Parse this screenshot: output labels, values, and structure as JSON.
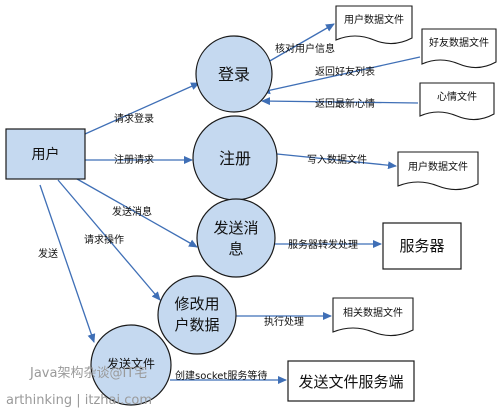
{
  "nodes": {
    "user": "用户",
    "login": "登录",
    "register": "注册",
    "send_msg": [
      "发送消",
      "息"
    ],
    "modify_user": [
      "修改用",
      "户数据"
    ],
    "send_file": "发送文件",
    "server": "服务器",
    "send_file_server": "发送文件服务端"
  },
  "documents": {
    "user_data_file_top": "用户数据文件",
    "friend_data_file": "好友数据文件",
    "mood_file": "心情文件",
    "user_data_file_reg": "用户数据文件",
    "related_data_file": "相关数据文件"
  },
  "edges": {
    "request_login": "请求登录",
    "register_request": "注册请求",
    "send_message": "发送消息",
    "request_operation": "请求操作",
    "send": "发送",
    "verify_user_info": "核对用户信息",
    "return_friend_list": "返回好友列表",
    "return_latest_mood": "返回最新心情",
    "write_data_file": "写入数据文件",
    "server_forward": "服务器转发处理",
    "execute_process": "执行处理",
    "create_socket_wait": "创建socket服务等待"
  },
  "watermark": {
    "line1": "Java架构杂谈@IT宅",
    "line2": "arthinking | itzhai.com"
  },
  "colors": {
    "node_fill": "#c5d9f0",
    "stroke": "#1a1a1a",
    "arrow": "#3f6fb6",
    "watermark": "#9a9a9a"
  }
}
